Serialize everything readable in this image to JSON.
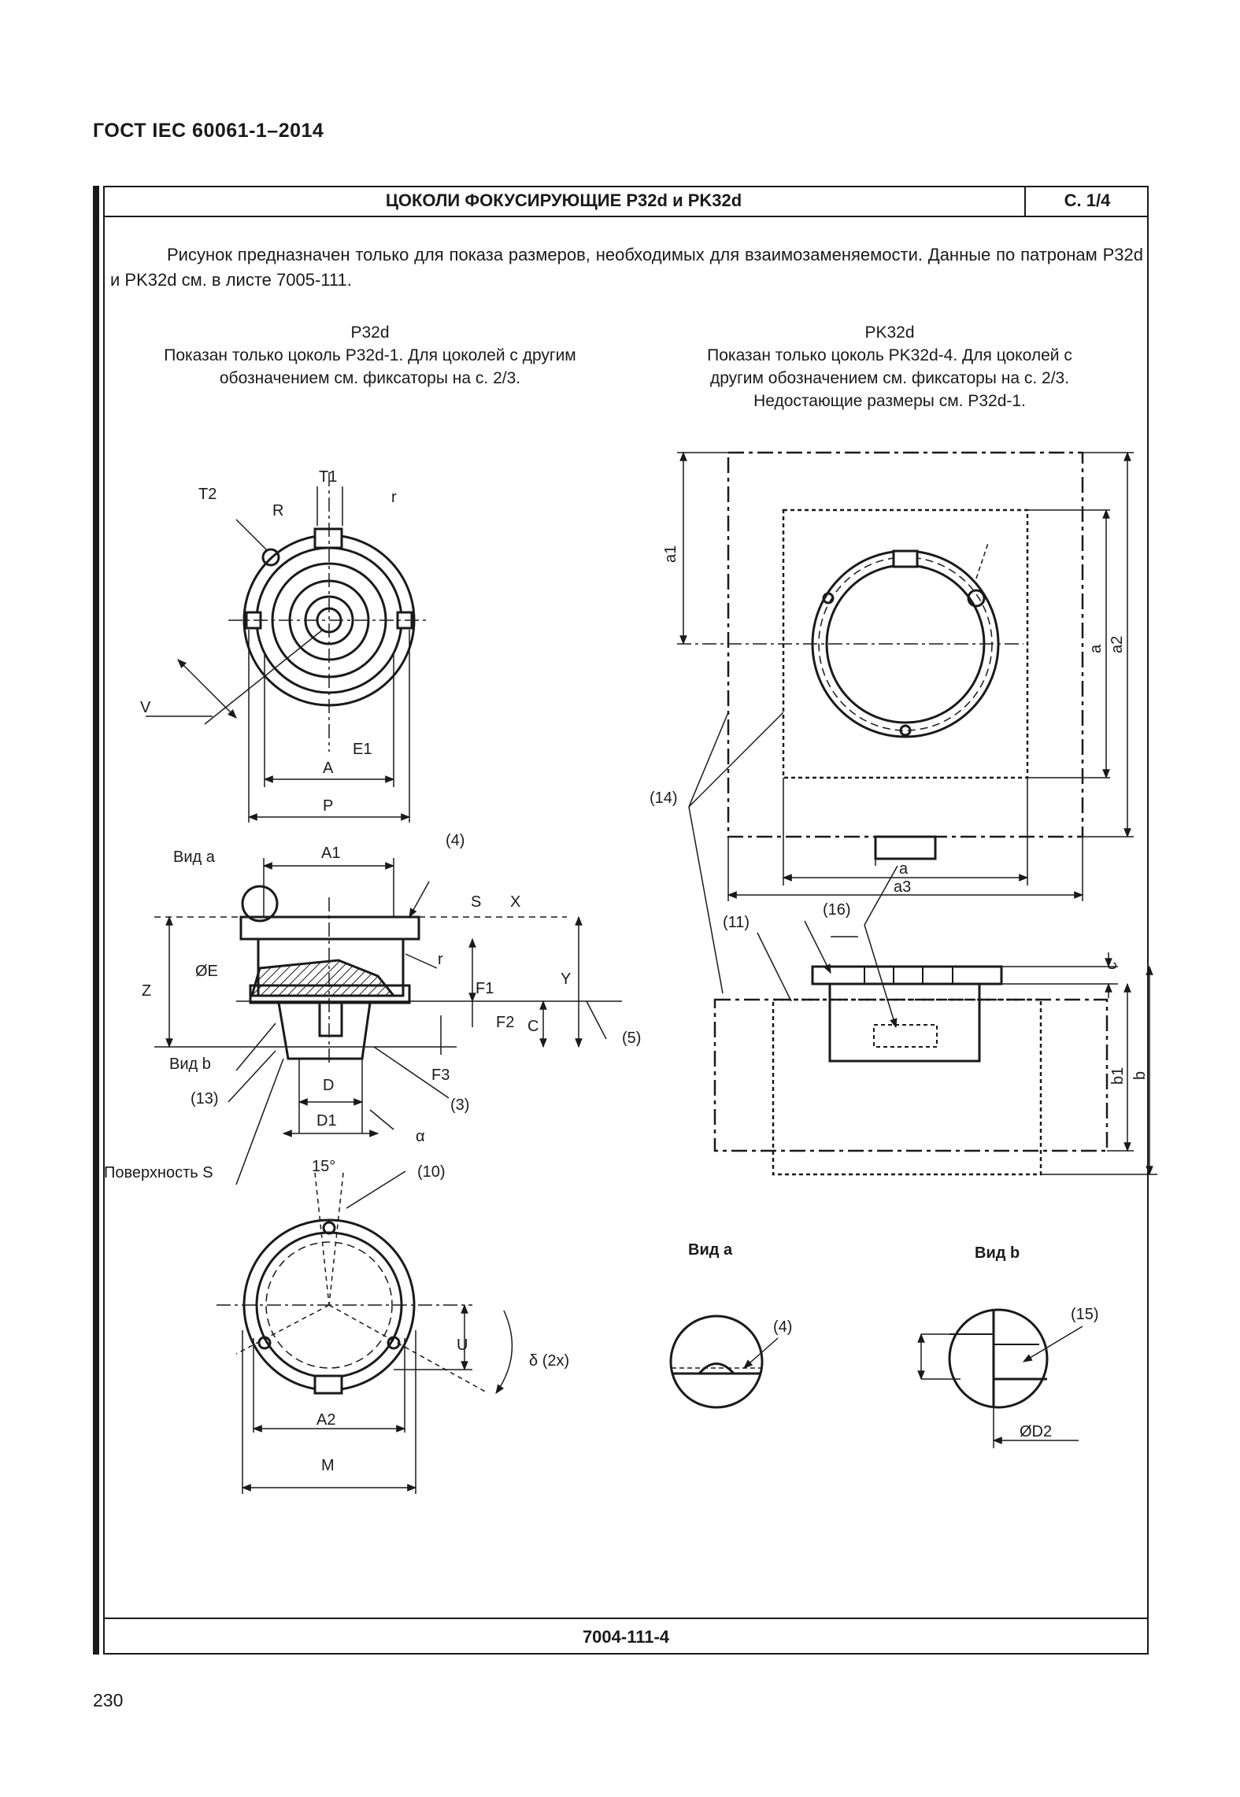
{
  "header": {
    "standard": "ГОСТ IEC 60061-1–2014"
  },
  "sheet": {
    "title": "ЦОКОЛИ ФОКУСИРУЮЩИЕ P32d и PK32d",
    "page": "С. 1/4",
    "code": "7004-111-4"
  },
  "intro": "Рисунок предназначен только для показа размеров, необходимых для взаимозаменяемости. Данные по патронам P32d и PK32d см. в листе 7005-111.",
  "left_caption": {
    "name": "P32d",
    "line1": "Показан только цоколь P32d-1. Для цоколей с другим",
    "line2": "обозначением см. фиксаторы на с. 2/3."
  },
  "right_caption": {
    "name": "PK32d",
    "line1": "Показан только цоколь PK32d-4. Для цоколей с",
    "line2": "другим обозначением см. фиксаторы на с. 2/3.",
    "line3": "Недостающие размеры см. P32d-1."
  },
  "labels": {
    "T2": "T2",
    "T1": "T1",
    "R": "R",
    "r": "r",
    "V": "V",
    "E1": "E1",
    "A": "A",
    "P": "P",
    "vid_a": "Вид a",
    "A1": "A1",
    "n4": "(4)",
    "S": "S",
    "X": "X",
    "Z": "Z",
    "OE": "ØE",
    "F1": "F1",
    "Y": "Y",
    "F2": "F2",
    "C": "C",
    "n5": "(5)",
    "vid_b": "Вид b",
    "D": "D",
    "F3": "F3",
    "n13": "(13)",
    "n3": "(3)",
    "D1": "D1",
    "alpha": "α",
    "surface_s": "Поверхность S",
    "deg15": "15°",
    "n10": "(10)",
    "U": "U",
    "delta": "δ (2x)",
    "A2": "A2",
    "M": "M",
    "a1": "a1",
    "a": "a",
    "a2": "a2",
    "n14": "(14)",
    "a3": "a3",
    "n11": "(11)",
    "n16": "(16)",
    "c": "c",
    "b1": "b1",
    "b": "b",
    "view_a": "Вид a",
    "view_b": "Вид b",
    "n15": "(15)",
    "OD2": "ØD2"
  },
  "page_number": "230"
}
